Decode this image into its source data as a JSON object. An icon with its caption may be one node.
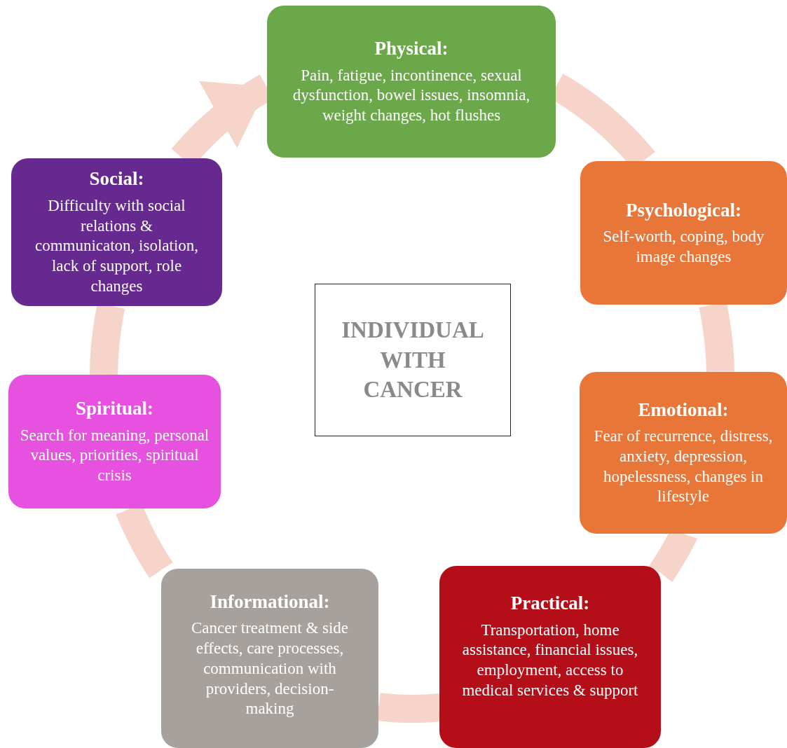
{
  "diagram": {
    "nodes": [
      {
        "text": [
          "Physical:",
          "Pain, fatigue, incontinence, sexual dysfunction, bowel issues, insomnia, weight changes, hot flushes"
        ]
      },
      {
        "text": [
          "Psychological:",
          "Self-worth, coping, body image changes"
        ]
      },
      {
        "text": [
          "Emotional:",
          "Fear of recurrence, distress, anxiety, depression, hopelessness, changes in lifestyle"
        ]
      },
      {
        "text": [
          "Practical:",
          "Transportation, home assistance, financial issues, employment, access to medical services & support"
        ]
      },
      {
        "text": [
          "Informational:",
          "Cancer treatment & side effects, care processes, communication with providers, decision-making"
        ]
      },
      {
        "text": [
          "Spiritual:",
          "Search for meaning, personal values, priorities, spiritual crisis"
        ]
      },
      {
        "text": [
          "Social:",
          "Difficulty with social relations & communicaton, isolation, lack of support, role changes"
        ]
      },
      {
        "text": [
          "INDIVIDUAL WITH CANCER"
        ]
      }
    ],
    "edges": [
      {
        "from": 0,
        "to": 1,
        "arrow": "none"
      },
      {
        "from": 1,
        "to": 2,
        "arrow": "none"
      },
      {
        "from": 2,
        "to": 3,
        "arrow": "none"
      },
      {
        "from": 3,
        "to": 4,
        "arrow": "none"
      },
      {
        "from": 4,
        "to": 5,
        "arrow": "none"
      },
      {
        "from": 5,
        "to": 6,
        "arrow": "none"
      },
      {
        "from": 6,
        "to": 0,
        "arrow": "to"
      }
    ]
  }
}
